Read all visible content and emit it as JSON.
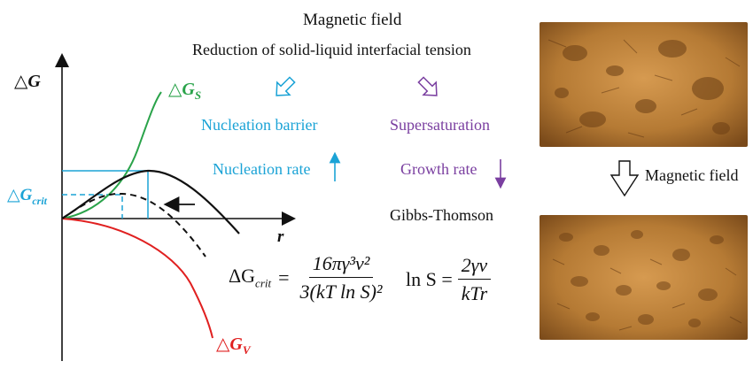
{
  "header": {
    "field_title": "Magnetic field",
    "tension_text": "Reduction of solid-liquid interfacial tension"
  },
  "effects": {
    "barrier": "Nucleation barrier",
    "supersaturation": "Supersaturation",
    "nucleation_rate": "Nucleation rate",
    "growth_rate": "Growth rate",
    "gibbs": "Gibbs-Thomson"
  },
  "plot": {
    "delta_g": "△G",
    "delta_g_s": "△G",
    "delta_g_s_sub": "S",
    "delta_g_v": "△G",
    "delta_g_v_sub": "V",
    "delta_g_crit": "△G",
    "delta_g_crit_sub": "crit",
    "r_label": "r"
  },
  "equations": {
    "crit_lhs": "ΔG",
    "crit_sub": "crit",
    "crit_num": "16πγ³v²",
    "crit_den": "3(kT ln S)²",
    "gt_lhs": "ln S =",
    "gt_num": "2γv",
    "gt_den": "kTr"
  },
  "micrographs": {
    "arrow_label": "Magnetic field"
  },
  "colors": {
    "cyan": "#1ba3d6",
    "purple": "#7a3fa0",
    "green": "#2aa34a",
    "red": "#e02020",
    "bronze": "#b07a35"
  }
}
